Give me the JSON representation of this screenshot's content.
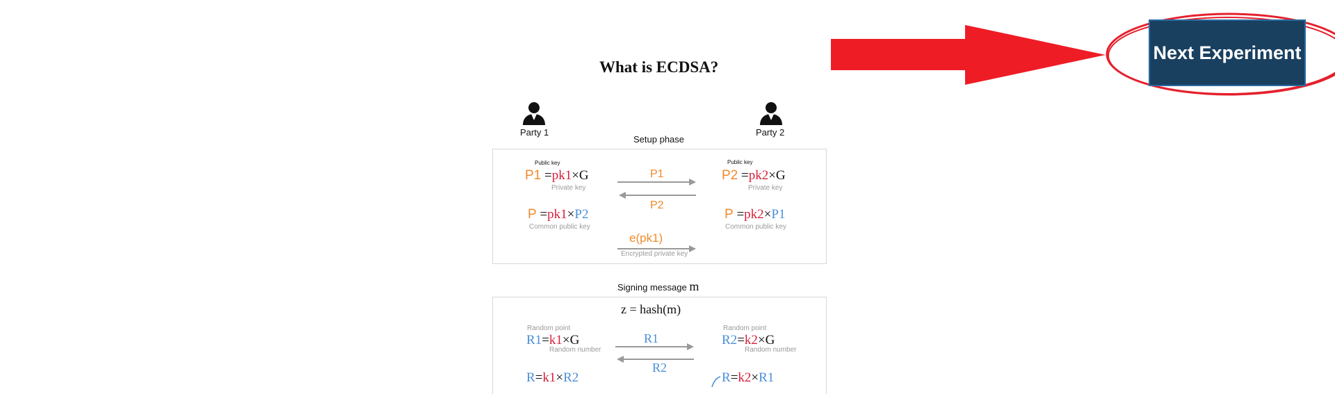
{
  "page": {
    "title": "What is ECDSA?",
    "next_button": "Next Experiment"
  },
  "diagram": {
    "party1_label": "Party 1",
    "party2_label": "Party 2",
    "setup_phase_label": "Setup phase",
    "public_key_label": "Public key",
    "private_key_label": "Private key",
    "common_public_key_label": "Common public key",
    "encrypted_private_key_label": "Encrypted private key",
    "signing_message_label": "Signing message",
    "signing_message_var": "m",
    "hash_formula": "z = hash(m)",
    "random_point_label": "Random point",
    "random_number_label": "Random number",
    "p1_formula": {
      "lhs": "P1",
      "eq": " =",
      "k": "pk1",
      "rest": "×G"
    },
    "p2_formula": {
      "lhs": "P2",
      "eq": " =",
      "k": "pk2",
      "rest": "×G"
    },
    "common1_formula": {
      "lhs": "P",
      "eq": " =",
      "k": "pk1",
      "x": "×",
      "p": "P2"
    },
    "common2_formula": {
      "lhs": "P",
      "eq": " =",
      "k": "pk2",
      "x": "×",
      "p": "P1"
    },
    "arrow_p1": "P1",
    "arrow_p2": "P2",
    "arrow_epk1": "e(pk1)",
    "r1_formula": {
      "lhs": "R1",
      "eq": "=",
      "k": "k1",
      "rest": "×G"
    },
    "r2_formula": {
      "lhs": "R2",
      "eq": "=",
      "k": "k2",
      "rest": "×G"
    },
    "arrow_r1": "R1",
    "arrow_r2": "R2",
    "r_left_formula": {
      "lhs": "R",
      "eq": "=",
      "k": "k1",
      "x": "×",
      "p": "R2"
    },
    "r_right_formula": {
      "lhs": "R",
      "eq": "=",
      "k": "k2",
      "x": "×",
      "p": "R1"
    }
  },
  "colors": {
    "button_bg": "#1a4060",
    "annotation_red": "#e5202c",
    "orange": "#f08a2c",
    "crimson": "#d81f3a",
    "blue": "#4a8fd8"
  }
}
